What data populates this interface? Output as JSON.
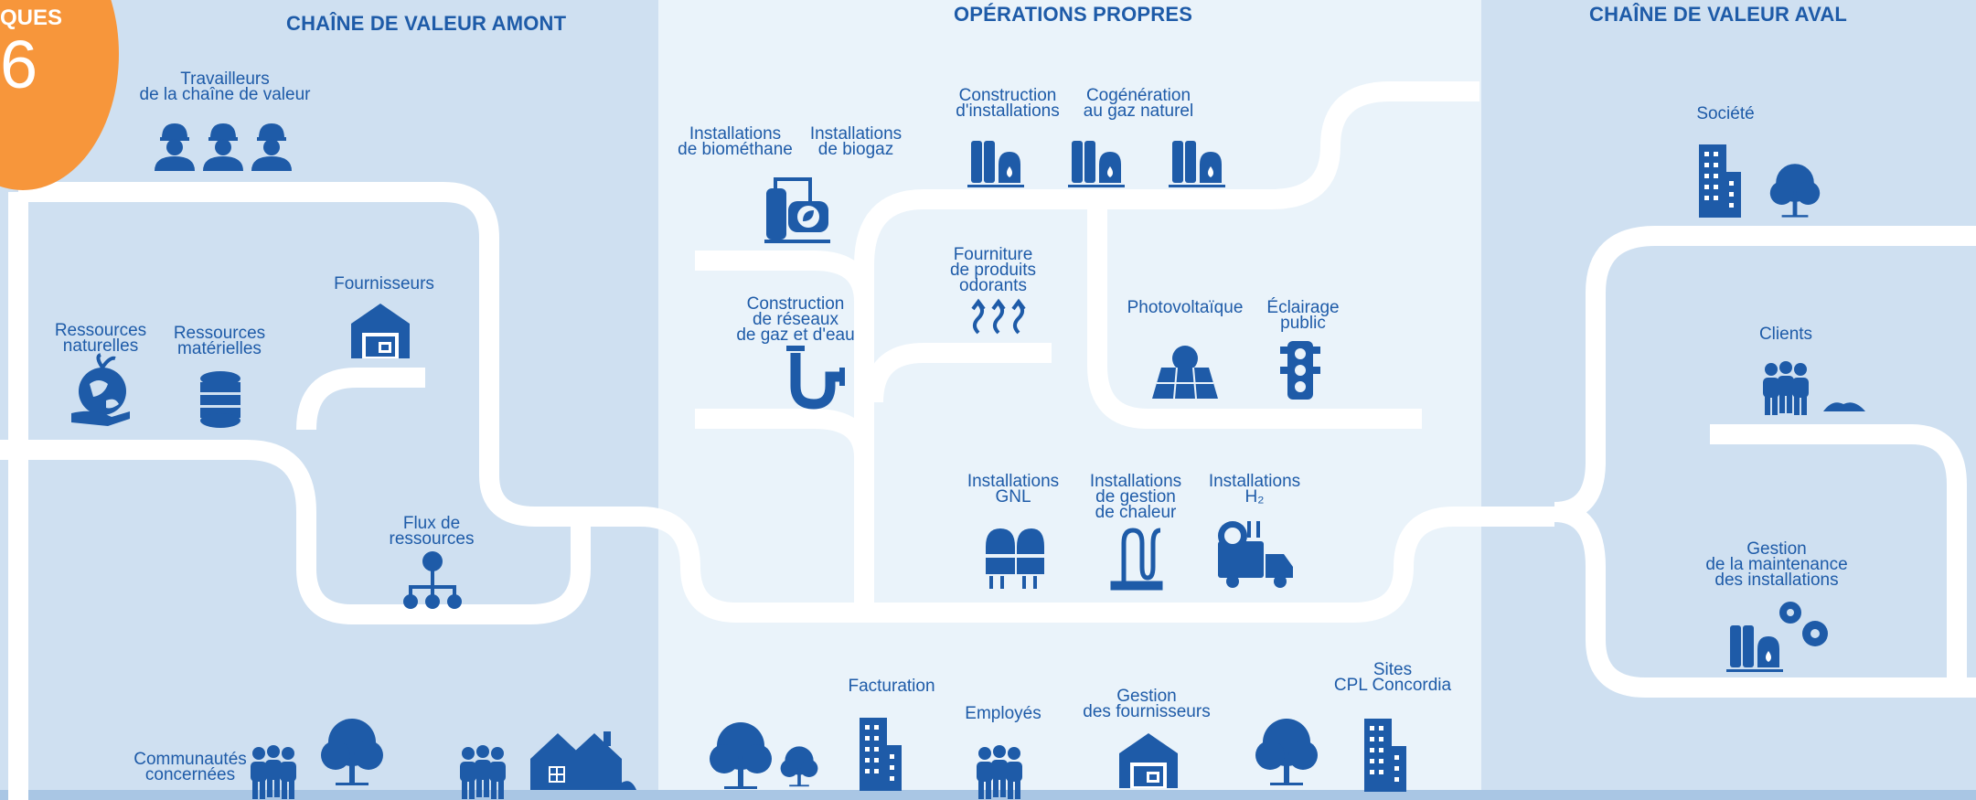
{
  "badge": {
    "text": "QUES",
    "number": "6",
    "color": "#f7963b"
  },
  "colors": {
    "accent": "#1e5ba8",
    "panel_outer": "#cfe0f1",
    "panel_middle": "#eaf3fa",
    "road": "#ffffff"
  },
  "sections": {
    "upstream": "CHAÎNE DE VALEUR AMONT",
    "operations": "OPÉRATIONS PROPRES",
    "downstream": "CHAÎNE DE VALEUR AVAL"
  },
  "nodes": {
    "workers": "Travailleurs\nde la chaîne de valeur",
    "natural_resources": "Ressources\nnaturelles",
    "material_resources": "Ressources\nmatérielles",
    "suppliers": "Fournisseurs",
    "resource_flows": "Flux de\nressources",
    "communities": "Communautés\nconcernées",
    "biomethane": "Installations\nde biométhane",
    "biogas": "Installations\nde biogaz",
    "installation_construction": "Construction\nd'installations",
    "cogeneration": "Cogénération\nau gaz naturel",
    "odorants": "Fourniture\nde produits\nodorants",
    "network_construction": "Construction\nde réseaux\nde gaz et d'eau",
    "photovoltaic": "Photovoltaïque",
    "street_lighting": "Éclairage\npublic",
    "lng": "Installations\nGNL",
    "heat_management": "Installations\nde gestion\nde chaleur",
    "hydrogen": "Installations\nH₂",
    "billing": "Facturation",
    "employees": "Employés",
    "supplier_management": "Gestion\ndes fournisseurs",
    "sites": "Sites\nCPL Concordia",
    "society": "Société",
    "clients": "Clients",
    "maintenance": "Gestion\nde la maintenance\ndes installations"
  },
  "icons": [
    "worker-icon",
    "earth-hand-icon",
    "database-icon",
    "warehouse-icon",
    "hierarchy-icon",
    "people-icon",
    "tree-icon",
    "house-icon",
    "biogas-plant-icon",
    "gas-tanks-icon",
    "odor-waves-icon",
    "pipe-icon",
    "solar-panel-icon",
    "traffic-light-icon",
    "lng-tanks-icon",
    "heat-coil-icon",
    "hydrogen-truck-icon",
    "city-buildings-icon",
    "gears-icon",
    "office-building-icon"
  ]
}
